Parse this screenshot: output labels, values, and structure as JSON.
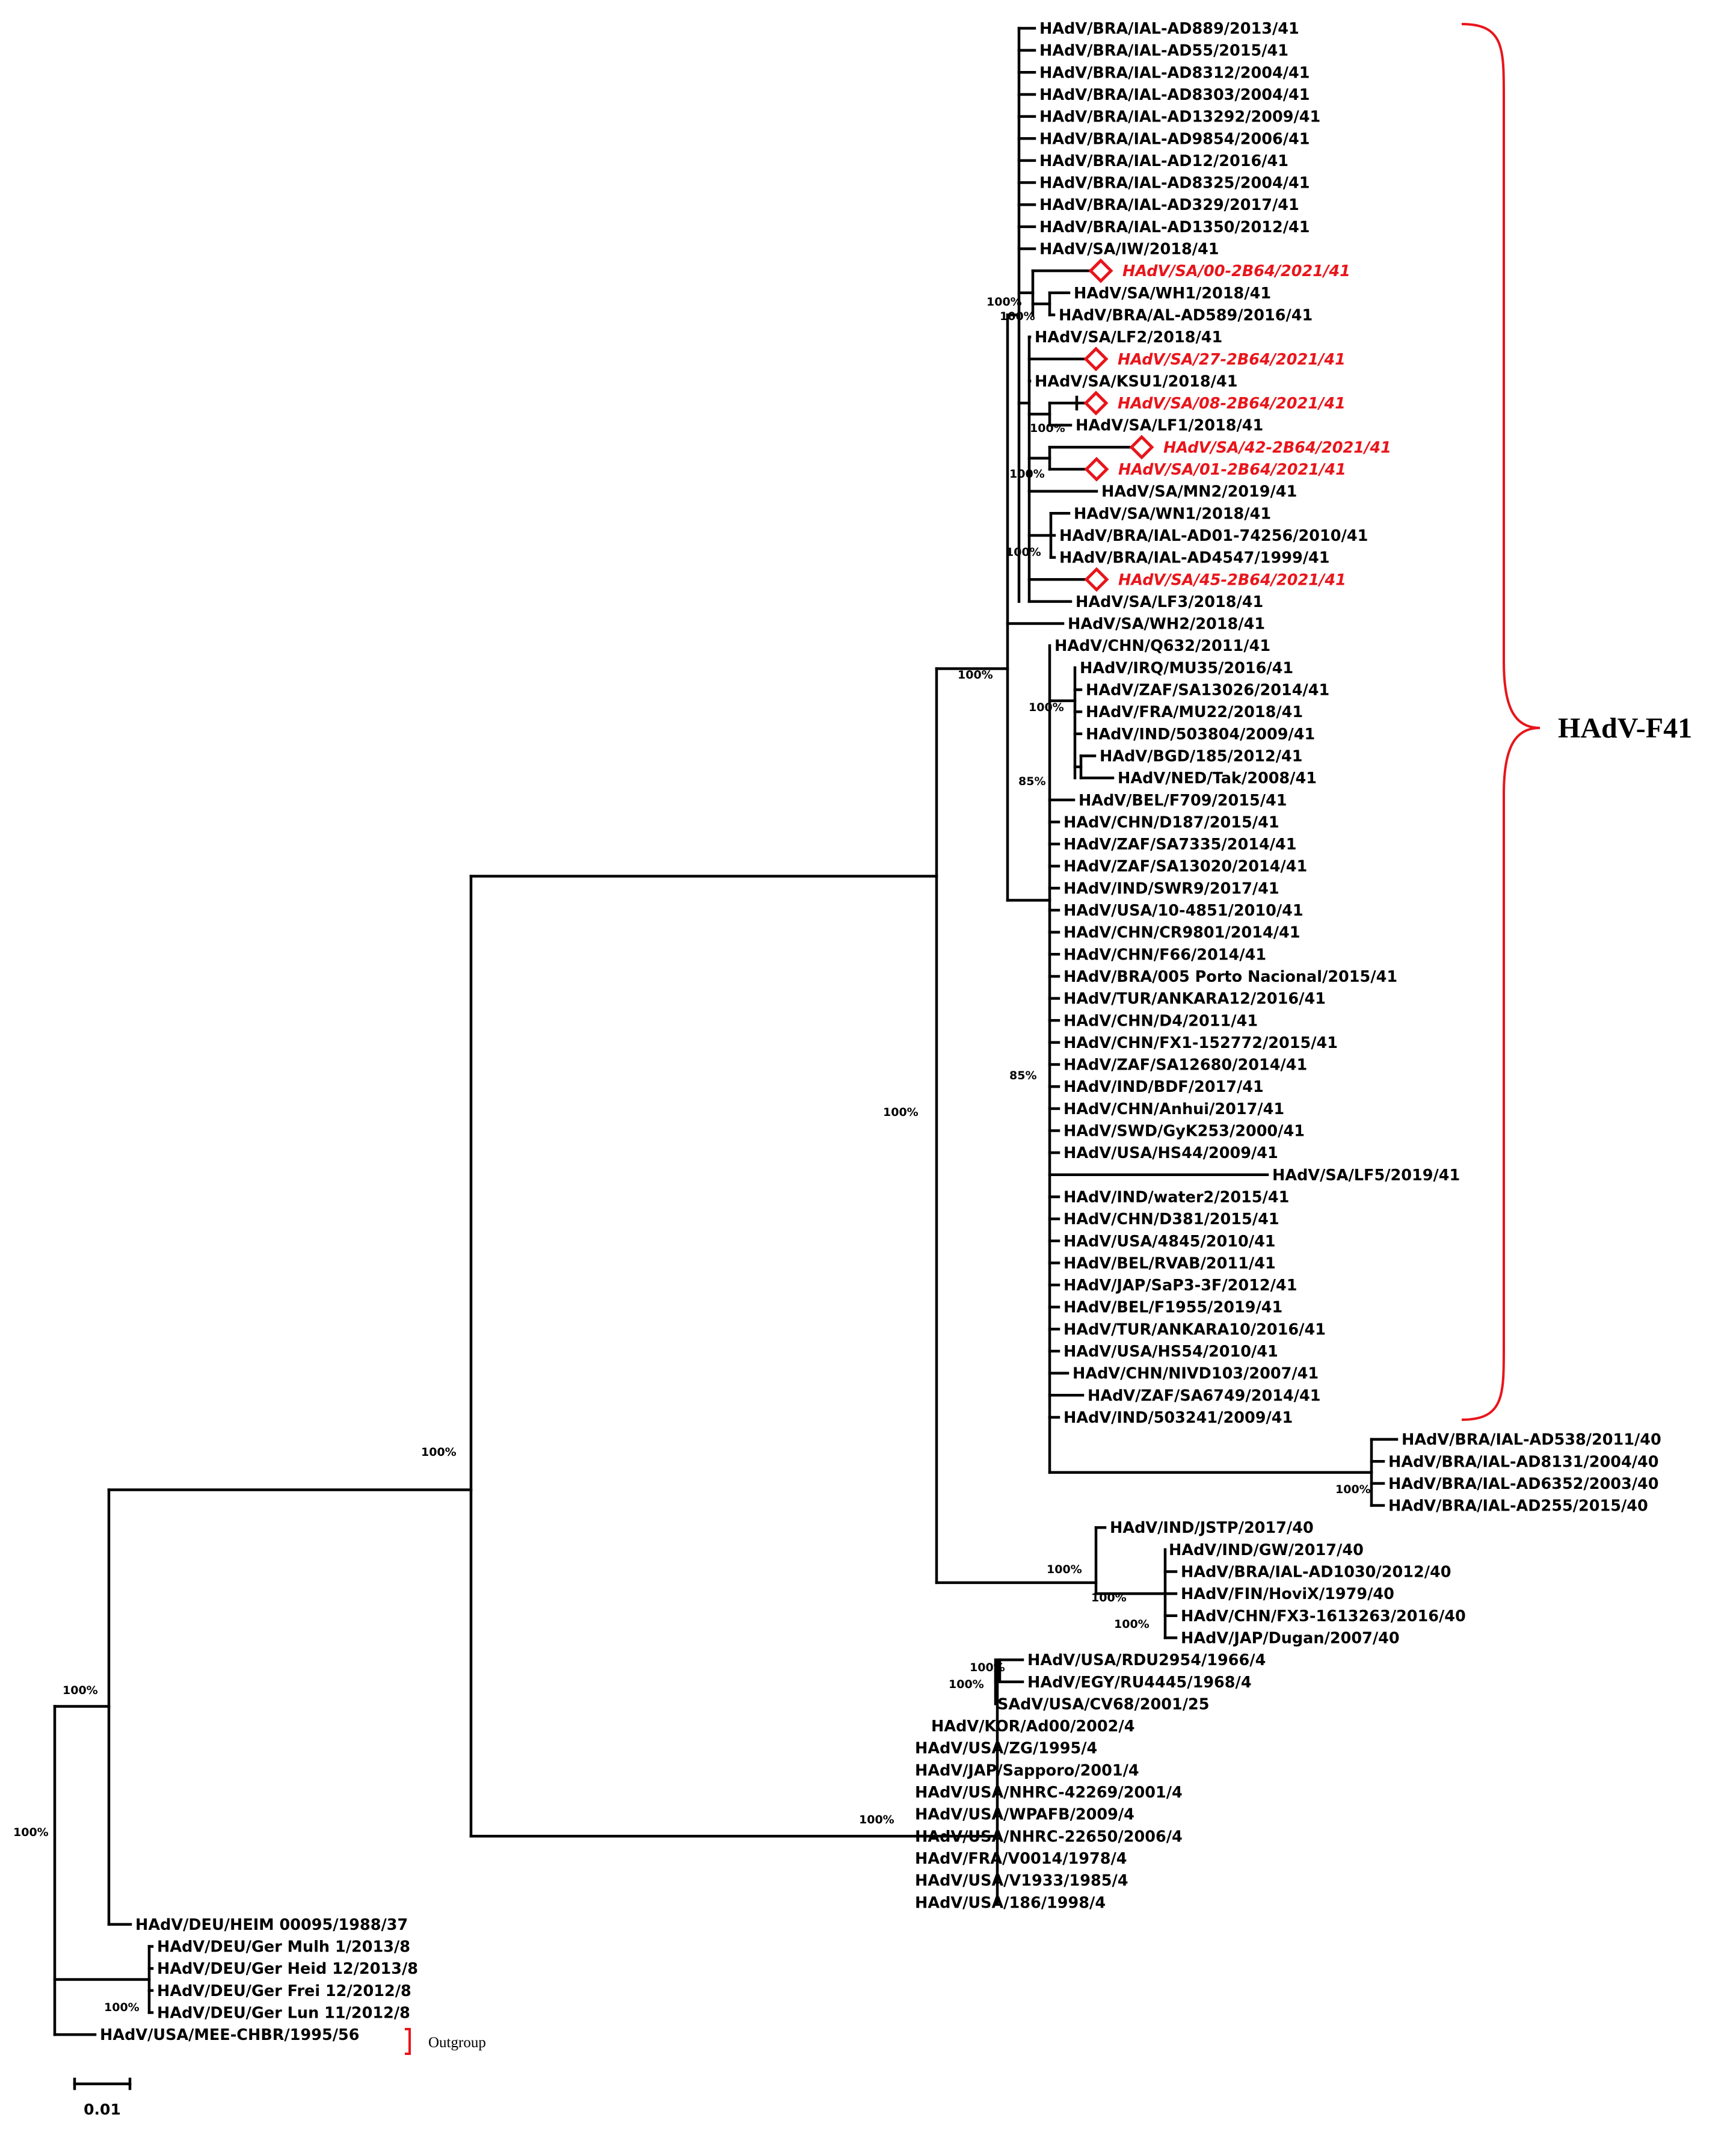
{
  "leaves": [
    "HAdV/BRA/IAL-AD889/2013/41",
    "HAdV/BRA/IAL-AD55/2015/41",
    "HAdV/BRA/IAL-AD8312/2004/41",
    "HAdV/BRA/IAL-AD8303/2004/41",
    "HAdV/BRA/IAL-AD13292/2009/41",
    "HAdV/BRA/IAL-AD9854/2006/41",
    "HAdV/BRA/IAL-AD12/2016/41",
    "HAdV/BRA/IAL-AD8325/2004/41",
    "HAdV/BRA/IAL-AD329/2017/41",
    "HAdV/BRA/IAL-AD1350/2012/41",
    "HAdV/SA/IW/2018/41",
    "HAdV/SA/00-2B64/2021/41",
    "HAdV/SA/WH1/2018/41",
    "HAdV/BRA/AL-AD589/2016/41",
    "HAdV/SA/LF2/2018/41",
    "HAdV/SA/27-2B64/2021/41",
    "HAdV/SA/KSU1/2018/41",
    "HAdV/SA/08-2B64/2021/41",
    "HAdV/SA/LF1/2018/41",
    "HAdV/SA/42-2B64/2021/41",
    "HAdV/SA/01-2B64/2021/41",
    "HAdV/SA/MN2/2019/41",
    "HAdV/SA/WN1/2018/41",
    "HAdV/BRA/IAL-AD01-74256/2010/41",
    "HAdV/BRA/IAL-AD4547/1999/41",
    "HAdV/SA/45-2B64/2021/41",
    "HAdV/SA/LF3/2018/41",
    "HAdV/SA/WH2/2018/41",
    "HAdV/CHN/Q632/2011/41",
    "HAdV/IRQ/MU35/2016/41",
    "HAdV/ZAF/SA13026/2014/41",
    "HAdV/FRA/MU22/2018/41",
    "HAdV/IND/503804/2009/41",
    "HAdV/BGD/185/2012/41",
    "HAdV/NED/Tak/2008/41",
    "HAdV/BEL/F709/2015/41",
    "HAdV/CHN/D187/2015/41",
    "HAdV/ZAF/SA7335/2014/41",
    "HAdV/ZAF/SA13020/2014/41",
    "HAdV/IND/SWR9/2017/41",
    "HAdV/USA/10-4851/2010/41",
    "HAdV/CHN/CR9801/2014/41",
    "HAdV/CHN/F66/2014/41",
    "HAdV/BRA/005 Porto Nacional/2015/41",
    "HAdV/TUR/ANKARA12/2016/41",
    "HAdV/CHN/D4/2011/41",
    "HAdV/CHN/FX1-152772/2015/41",
    "HAdV/ZAF/SA12680/2014/41",
    "HAdV/IND/BDF/2017/41",
    "HAdV/CHN/Anhui/2017/41",
    "HAdV/SWD/GyK253/2000/41",
    "HAdV/USA/HS44/2009/41",
    "HAdV/SA/LF5/2019/41",
    "HAdV/IND/water2/2015/41",
    "HAdV/CHN/D381/2015/41",
    "HAdV/USA/4845/2010/41",
    "HAdV/BEL/RVAB/2011/41",
    "HAdV/JAP/SaP3-3F/2012/41",
    "HAdV/BEL/F1955/2019/41",
    "HAdV/TUR/ANKARA10/2016/41",
    "HAdV/USA/HS54/2010/41",
    "HAdV/CHN/NIVD103/2007/41",
    "HAdV/ZAF/SA6749/2014/41",
    "HAdV/IND/503241/2009/41",
    "HAdV/BRA/IAL-AD538/2011/40",
    "HAdV/BRA/IAL-AD8131/2004/40",
    "HAdV/BRA/IAL-AD6352/2003/40",
    "HAdV/BRA/IAL-AD255/2015/40",
    "HAdV/IND/JSTP/2017/40",
    "HAdV/IND/GW/2017/40",
    "HAdV/BRA/IAL-AD1030/2012/40",
    "HAdV/FIN/HoviX/1979/40",
    "HAdV/CHN/FX3-1613263/2016/40",
    "HAdV/JAP/Dugan/2007/40",
    "HAdV/USA/RDU2954/1966/4",
    "HAdV/EGY/RU4445/1968/4",
    "SAdV/USA/CV68/2001/25",
    "HAdV/KOR/Ad00/2002/4",
    "HAdV/USA/ZG/1995/4",
    "HAdV/JAP/Sapporo/2001/4",
    "HAdV/USA/NHRC-42269/2001/4",
    "HAdV/USA/WPAFB/2009/4",
    "HAdV/USA/NHRC-22650/2006/4",
    "HAdV/FRA/V0014/1978/4",
    "HAdV/USA/V1933/1985/4",
    "HAdV/USA/186/1998/4",
    "HAdV/DEU/HEIM 00095/1988/37",
    "HAdV/DEU/Ger Mulh 1/2013/8",
    "HAdV/DEU/Ger Heid 12/2013/8",
    "HAdV/DEU/Ger Frei 12/2012/8",
    "HAdV/DEU/Ger Lun 11/2012/8",
    "HAdV/USA/MEE-CHBR/1995/56"
  ],
  "highlighted_leaves": [
    11,
    15,
    17,
    19,
    20,
    25
  ],
  "bootstrap": [
    "100%",
    "100%",
    "100%",
    "100%",
    "100%",
    "100%",
    "100%",
    "85%",
    "85%",
    "100%",
    "100%",
    "100%",
    "100%",
    "100%",
    "100%",
    "100%",
    "100%",
    "100%",
    "100%",
    "100%",
    "100%"
  ],
  "clade_label": "HAdV-F41",
  "outgroup_label": "Outgroup",
  "scale": {
    "label": "0.01",
    "value": 0.01
  },
  "colors": {
    "highlight": "#e8151b",
    "branch": "#000000"
  }
}
